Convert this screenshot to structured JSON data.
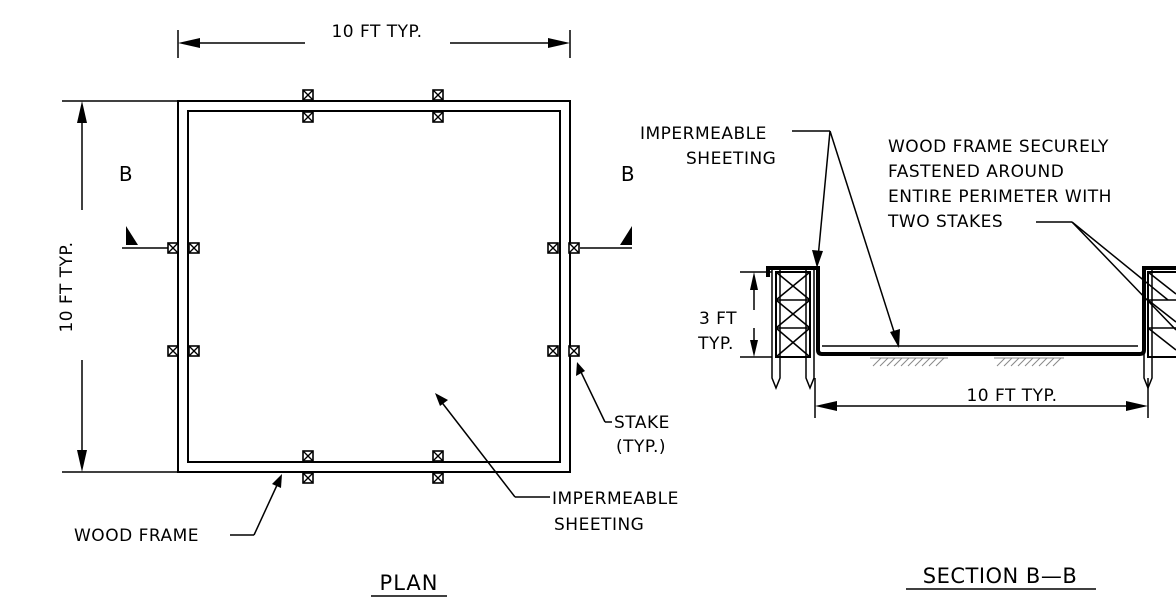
{
  "plan": {
    "title": "PLAN",
    "dim_width": "10 FT TYP.",
    "dim_height": "10 FT TYP.",
    "section_mark_left": "B",
    "section_mark_right": "B",
    "stake_label_1": "STAKE",
    "stake_label_2": "(TYP.)",
    "sheeting_label_1": "IMPERMEABLE",
    "sheeting_label_2": "SHEETING",
    "frame_label": "WOOD FRAME"
  },
  "section": {
    "title": "SECTION B—B",
    "sheeting_label_1": "IMPERMEABLE",
    "sheeting_label_2": "SHEETING",
    "frame_note_1": "WOOD FRAME SECURELY",
    "frame_note_2": "FASTENED AROUND",
    "frame_note_3": "ENTIRE PERIMETER WITH",
    "frame_note_4": "TWO STAKES",
    "dim_height_1": "3 FT",
    "dim_height_2": "TYP.",
    "dim_width": "10 FT TYP."
  }
}
